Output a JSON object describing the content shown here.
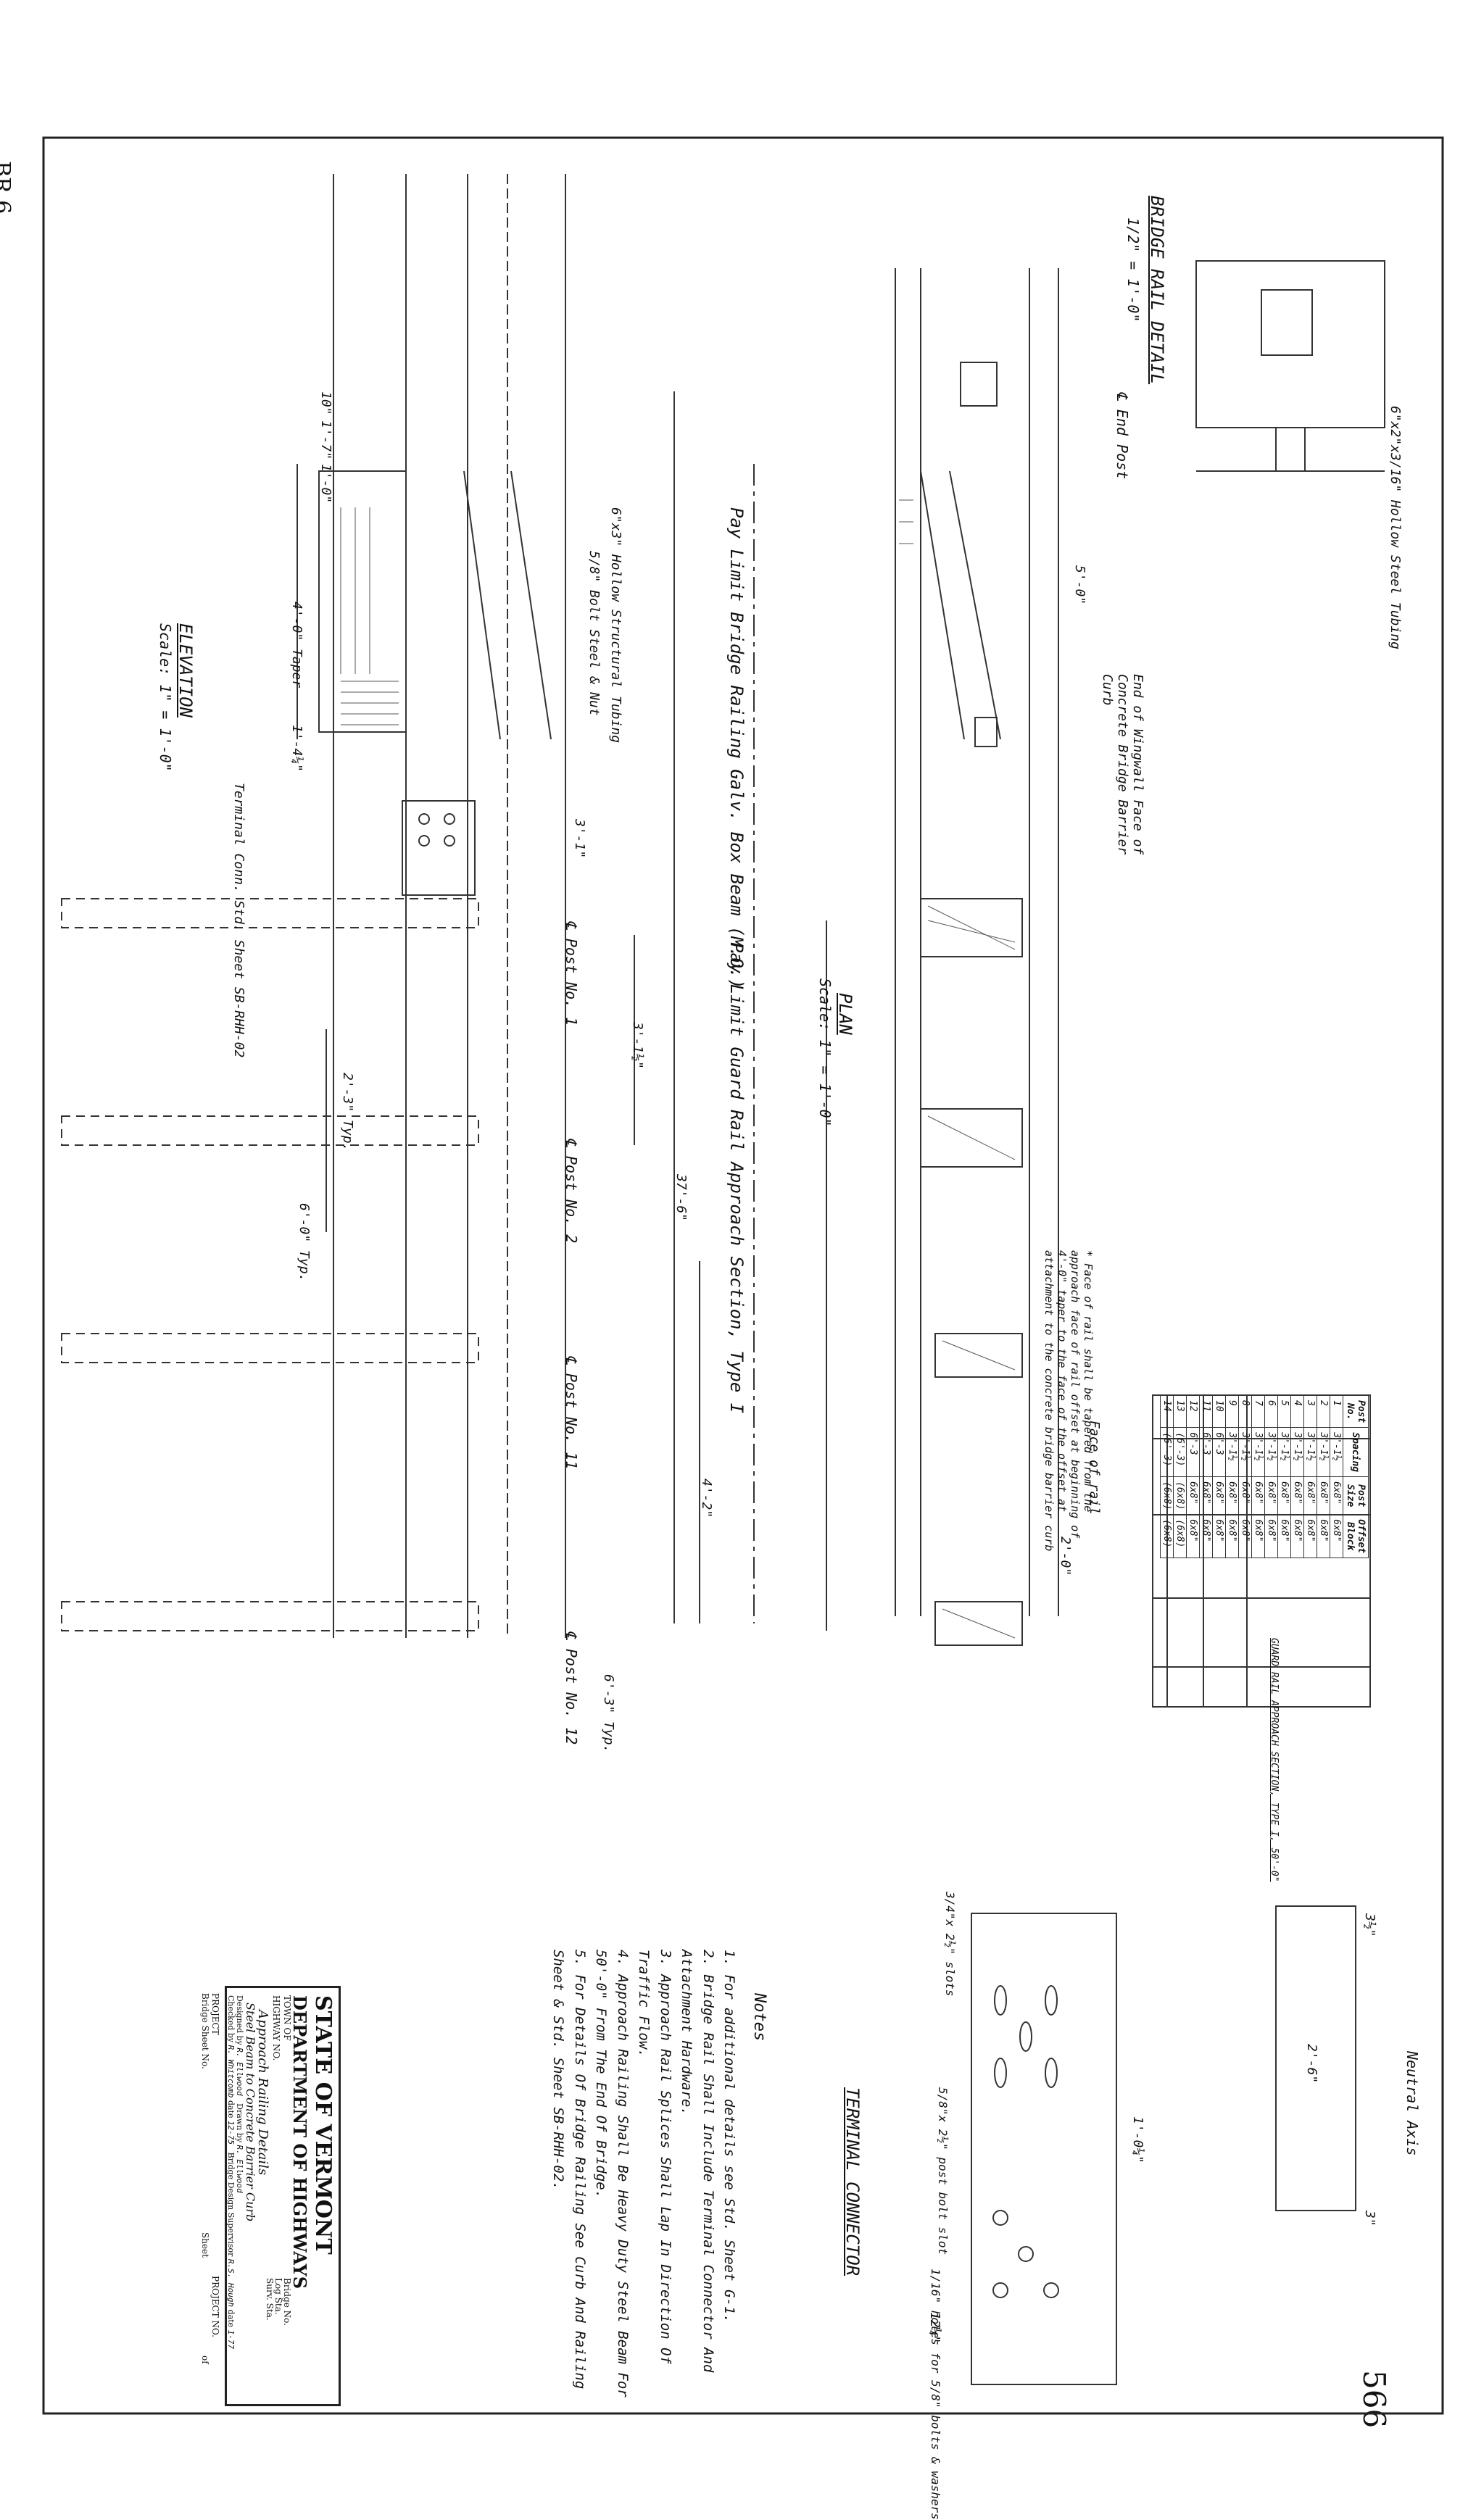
{
  "sheet": {
    "corner_left": "BR 6",
    "corner_right": "566"
  },
  "title_block": {
    "state": "STATE OF VERMONT",
    "department": "DEPARTMENT OF HIGHWAYS",
    "town_label": "TOWN OF",
    "highway_label": "HIGHWAY NO.",
    "bridge_label": "Bridge No.",
    "log_label": "Log Sta.",
    "surv_label": "Surv. Sta.",
    "title_line1": "Approach Railing Details",
    "title_line2": "Steel Beam to Concrete Barrier Curb",
    "designed_label": "Designed by",
    "designed_by": "R. Ellwood",
    "drawn_label": "Drawn by",
    "drawn_by": "R. Ellwood",
    "checked_label": "Checked by",
    "checked_by": "R. Whitcomb",
    "checked_date_label": "date",
    "checked_date": "12-75",
    "supervisor_label": "Bridge Design Supervisor",
    "supervisor": "R.S. Hough",
    "supervisor_date_label": "date",
    "supervisor_date": "1-77",
    "project_label": "PROJECT",
    "project_no_label": "PROJECT NO.",
    "bridge_sheet_label": "Bridge Sheet No.",
    "sheet_label": "Sheet",
    "of_label": "of"
  },
  "notes": {
    "heading": "Notes",
    "items": [
      "1. For additional details see Std. Sheet G-1.",
      "2. Bridge Rail Shall Include Terminal Connector And Attachment Hardware.",
      "3. Approach Rail Splices Shall Lap In Direction Of Traffic Flow.",
      "4. Approach Railing Shall Be Heavy Duty Steel Beam For 50'-0\" From The End Of Bridge.",
      "5. For Details Of Bridge Railing See Curb And Railing Sheet & Std. Sheet SB-RHH-02."
    ]
  },
  "views": {
    "bridge_rail_detail": "BRIDGE RAIL DETAIL",
    "bridge_rail_scale": "1/2\" = 1'-0\"",
    "plan": "PLAN",
    "plan_scale": "Scale: 1\" = 1'-0\"",
    "elevation": "ELEVATION",
    "elevation_scale": "Scale: 1\" = 1'-0\"",
    "terminal_connector": "TERMINAL CONNECTOR",
    "pay_limit_bridge": "Pay Limit Bridge Railing Galv. Box Beam (M.O.)",
    "pay_limit_approach": "Pay Limit Guard Rail Approach Section, Type I",
    "neutral_axis": "Neutral Axis"
  },
  "post_table": {
    "headers": [
      "Post No.",
      "Spacing",
      "Post Size",
      "Offset Block"
    ],
    "rows": [
      [
        "1",
        "3'-1½",
        "6x8\"",
        "6x8\""
      ],
      [
        "2",
        "3'-1½",
        "6x8\"",
        "6x8\""
      ],
      [
        "3",
        "3'-1½",
        "6x8\"",
        "6x8\""
      ],
      [
        "4",
        "3'-1½",
        "6x8\"",
        "6x8\""
      ],
      [
        "5",
        "3'-1½",
        "6x8\"",
        "6x8\""
      ],
      [
        "6",
        "3'-1½",
        "6x8\"",
        "6x8\""
      ],
      [
        "7",
        "3'-1½",
        "6x8\"",
        "6x8\""
      ],
      [
        "8",
        "3'-1½",
        "6x8\"",
        "6x8\""
      ],
      [
        "9",
        "3'-1½",
        "6x8\"",
        "6x8\""
      ],
      [
        "10",
        "6'-3",
        "6x8\"",
        "6x8\""
      ],
      [
        "11",
        "6'-3",
        "6x8\"",
        "6x8\""
      ],
      [
        "12",
        "6'-3",
        "6x8\"",
        "6x8\""
      ],
      [
        "13",
        "(6'-3)",
        "(6x8)",
        "(6x8)"
      ],
      [
        "14",
        "(6'-3)",
        "(6x8)",
        "(6x8)"
      ]
    ],
    "caption": "GUARD RAIL APPROACH SECTION, TYPE I, 50'-0\""
  },
  "dimensions": {
    "d1": "1'-0\"",
    "d2": "10\"",
    "d3": "1'-7\"",
    "d4": "4'-0\" Taper",
    "d5": "1'-4¼\"",
    "d6": "3'-1\"",
    "d7": "3'-1½\"",
    "d8": "2'-3\" Typ.",
    "d9": "6'-0\" Typ.",
    "d10": "37'-6\"",
    "d11": "4'-2\"",
    "d12": "6'-3\" Typ.",
    "d13": "2'-0\"",
    "d14": "5'-0\"",
    "d15": "2'-6\"",
    "d16": "12¼\"",
    "d17": "1'-0¼\"",
    "d18": "3½\"",
    "d19": "3\""
  },
  "callouts": {
    "end_post": "℄ End Post",
    "post_1": "℄ Post No. 1",
    "post_2": "℄ Post No. 2",
    "post_11": "℄ Post No. 11",
    "post_12": "℄ Post No. 12",
    "face_of_rail": "Face of rail",
    "face_of_rail_note": "* Face of rail shall be tapered from the approach face of rail offset at beginning of 4'-0\" taper to the face of the offset at attachment to the concrete bridge barrier curb",
    "end_of_wingwall": "End of Wingwall Face of Concrete Bridge Barrier Curb",
    "structural_tubing": "6\"x3\" Hollow Structural Tubing",
    "terminal_conn": "Terminal Conn. Std. Sheet SB-RHH-02",
    "bolt_note": "5/8\" Bolt Steel & Nut",
    "hollow_steel": "6\"x2\"x3/16\" Hollow Steel Tubing",
    "slots": "3/4\"x 2½\" slots",
    "post_bolt_slot": "5/8\"x 2½\" post bolt slot",
    "holes": "1/16\" holes for 5/8\" bolts & washers"
  }
}
